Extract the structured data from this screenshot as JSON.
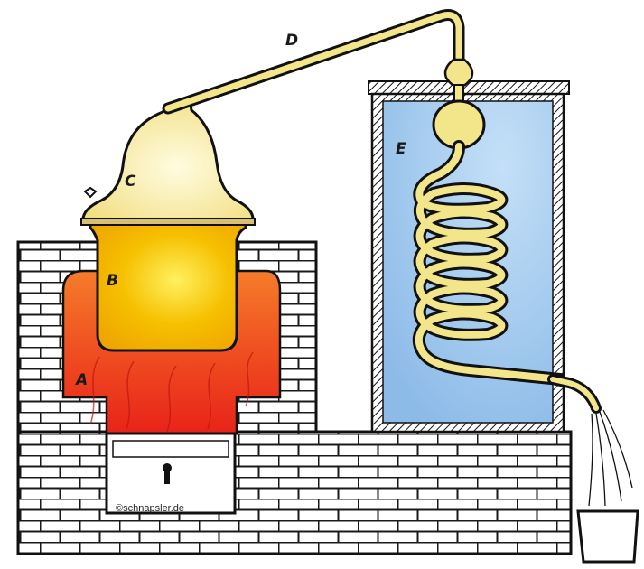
{
  "labels": {
    "a": "A",
    "b": "B",
    "c": "C",
    "d": "D",
    "e": "E"
  },
  "credit": "©schnapsler.de",
  "colors": {
    "brick": "#ffffff",
    "mortar": "#1a1a1a",
    "fire_top": "#f57c2a",
    "fire_bottom": "#e8231a",
    "copper_liquid": "#f5b400",
    "copper_vapor": "#f3e58a",
    "water": "#9fc9ee",
    "outline": "#111111"
  }
}
